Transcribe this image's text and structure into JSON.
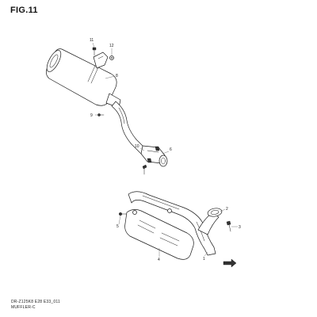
{
  "diagram": {
    "title": "FIG.11",
    "footer": {
      "code": "DR-Z125K8 E28 E33_011",
      "name": "MUFFLER-C"
    },
    "callouts": [
      {
        "id": "c11",
        "label": "11"
      },
      {
        "id": "c12",
        "label": "12"
      },
      {
        "id": "c8",
        "label": "8"
      },
      {
        "id": "c9",
        "label": "9"
      },
      {
        "id": "c10",
        "label": "10"
      },
      {
        "id": "c6",
        "label": "6"
      },
      {
        "id": "c2",
        "label": "2"
      },
      {
        "id": "c3",
        "label": "3"
      },
      {
        "id": "c5",
        "label": "5"
      },
      {
        "id": "c4",
        "label": "4"
      },
      {
        "id": "c1",
        "label": "1"
      }
    ]
  }
}
